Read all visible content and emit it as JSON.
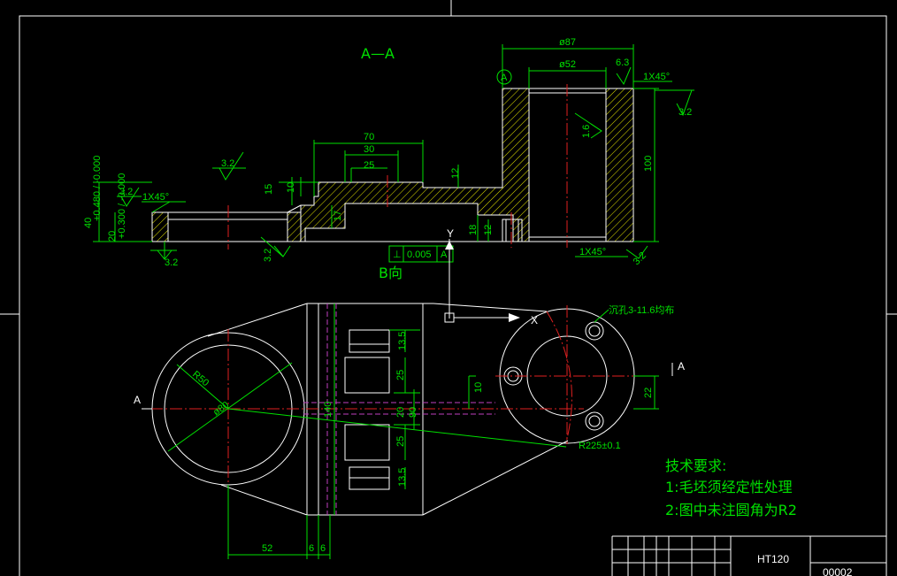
{
  "section_label": "A—A",
  "view_label": "B向",
  "datum_axis_label": "Y",
  "x_marker": "X",
  "cut_label": "A",
  "datum_a": "A",
  "material": "HT120",
  "title_block_code": "00002",
  "dims": {
    "d87": "ø87",
    "d52": "ø52",
    "d70": "70",
    "d30": "30",
    "d25": "25",
    "d100": "100",
    "d15": "15",
    "d10": "10",
    "d17": "17",
    "d12a": "12",
    "d12b": "12",
    "d18": "18",
    "h40": "40",
    "h40_tol": "+0.480 / -0.000",
    "h20": "20",
    "h20_tol": "+0.300 / -0.000",
    "chamfer1": "1X45°",
    "chamfer2": "1X45°",
    "chamfer3": "1X45°",
    "r50": "R50",
    "d80": "ø80",
    "d140": "140",
    "d20": "20",
    "d90": "90",
    "d25a": "25",
    "d25b": "25",
    "d13a": "13.5",
    "d13b": "13.5",
    "d10b": "10",
    "d22": "22",
    "d52b": "52",
    "d6a": "6",
    "d6b": "6",
    "r225": "R225±0.1",
    "holes": "沉孔3-11.6均布"
  },
  "roughness": {
    "r1": "3.2",
    "r2": "3.2",
    "r3": "3.2",
    "r4": "3.2",
    "r5": "3.2",
    "r6": "6.3",
    "r7": "1.6",
    "r8": "3.2",
    "r9": "3.2"
  },
  "tolerance": {
    "symbol": "⊥",
    "value": "0.005",
    "datum": "A"
  },
  "tech_requirements": {
    "title": "技术要求:",
    "item1": "1:毛坯须经定性处理",
    "item2": "2:图中未注圆角为R2"
  },
  "colors": {
    "dimension": "#00e000",
    "outline": "#ffffff",
    "centerline": "#e02020",
    "hidden": "#c040c0",
    "hatch": "#e8e800"
  }
}
